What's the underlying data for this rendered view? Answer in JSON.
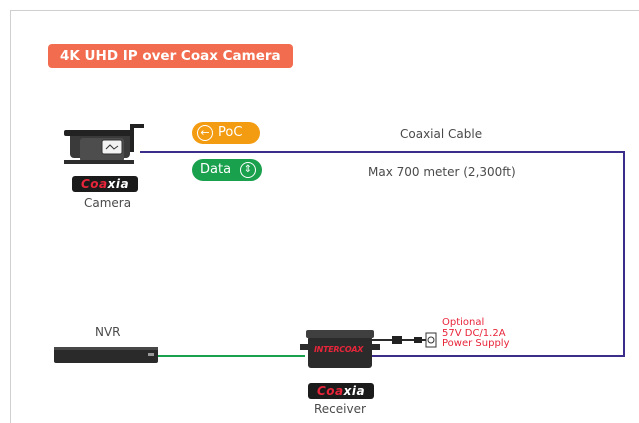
{
  "title": "4K UHD IP over Coax Camera",
  "camera": {
    "label": "Camera",
    "brand_part1": "Coa",
    "brand_part2": "xia"
  },
  "poc_pill": {
    "label": "PoC",
    "color": "#f39c12"
  },
  "data_pill": {
    "label": "Data",
    "color": "#1aa14e"
  },
  "cable": {
    "label": "Coaxial Cable",
    "distance": "Max 700 meter (2,300ft)"
  },
  "nvr": {
    "label": "NVR"
  },
  "receiver": {
    "label": "Receiver",
    "brand_part1": "Coa",
    "brand_part2": "xia",
    "device_logo": "INTERCOAX"
  },
  "power_supply": {
    "line1": "Optional",
    "line2": "57V DC/1.2A",
    "line3": "Power Supply"
  },
  "colors": {
    "coax_line": "#3b2d8a",
    "data_line": "#1aa14e",
    "title_bg": "#f26d4f",
    "brand_red": "#e8253a"
  }
}
